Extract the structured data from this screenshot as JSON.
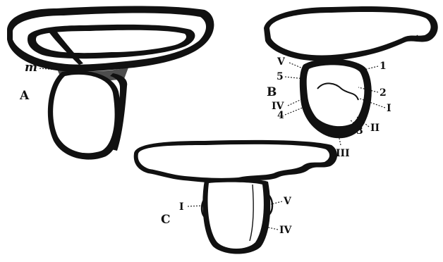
{
  "figures": {
    "A": {
      "letter": "A",
      "labels": {
        "m": "m"
      }
    },
    "B": {
      "letter": "B",
      "labels": {
        "V": "V",
        "five": "5",
        "IV": "IV",
        "four": "4",
        "one": "1",
        "two": "2",
        "I": "I",
        "II": "II",
        "three": "3",
        "III": "III"
      }
    },
    "C": {
      "letter": "C",
      "labels": {
        "I": "I",
        "V": "V",
        "IV": "IV"
      }
    }
  }
}
